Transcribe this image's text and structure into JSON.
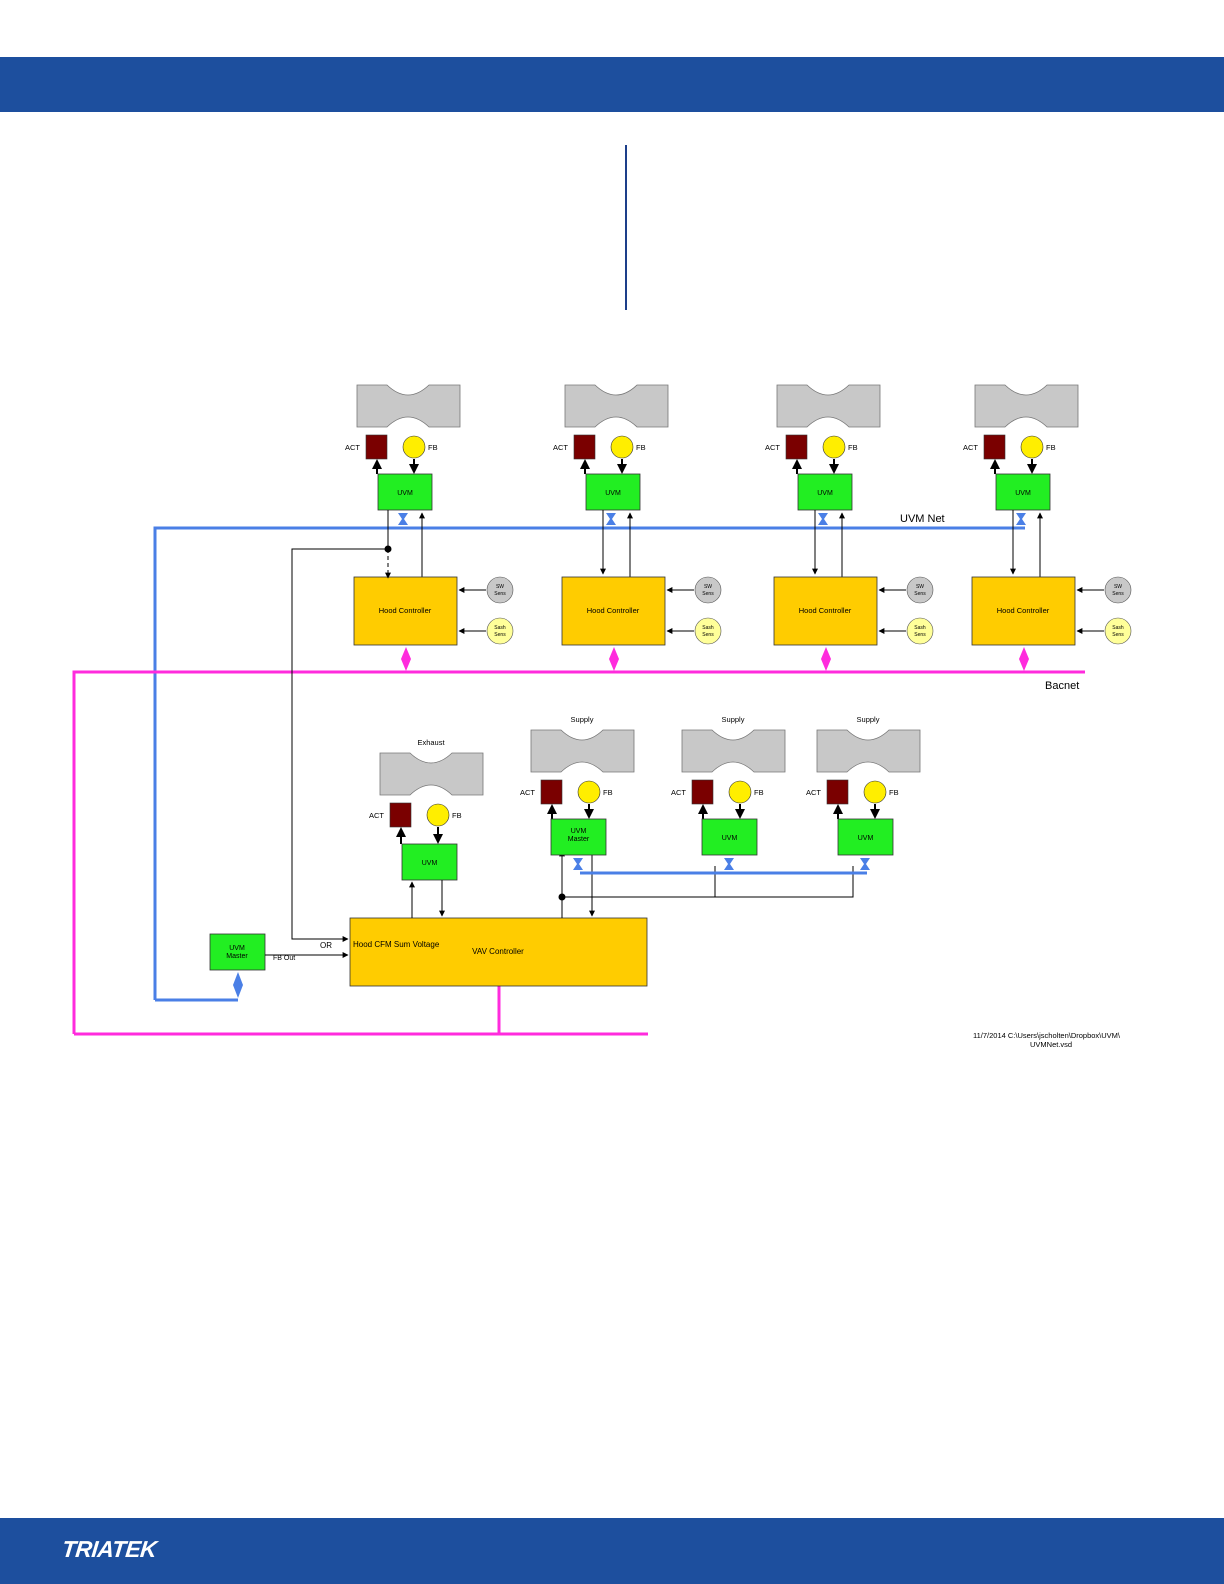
{
  "colors": {
    "header_band": "#1d4f9e",
    "uvm_net_line": "#4a7fe6",
    "bacnet_line": "#ff2bdd",
    "uvm_box": "#22ee22",
    "controller_box": "#ffcc00",
    "valve_gray": "#c8c8c8",
    "actuator": "#7a0000",
    "feedback": "#ffee00",
    "sensor_sw": "#c8c8c8",
    "sensor_sash": "#ffff99"
  },
  "footer": {
    "logo": "TRIATEK"
  },
  "diagram": {
    "networks": {
      "uvm_net": "UVM Net",
      "bacnet": "Bacnet"
    },
    "labels": {
      "act": "ACT",
      "fb": "FB",
      "uvm": "UVM",
      "uvm_master_l1": "UVM",
      "uvm_master_l2": "Master",
      "hood_controller": "Hood Controller",
      "sw_l1": "SW",
      "sw_l2": "Sens",
      "sash_l1": "Sash",
      "sash_l2": "Sens",
      "exhaust": "Exhaust",
      "supply": "Supply",
      "vav_controller": "VAV Controller",
      "hood_cfm": "Hood CFM Sum Voltage",
      "or": "OR",
      "fb_out": "FB Out"
    },
    "stamp": {
      "line1": "11/7/2014   C:\\Users\\jscholten\\Dropbox\\UVM\\",
      "line2": "UVMNet.vsd"
    }
  }
}
